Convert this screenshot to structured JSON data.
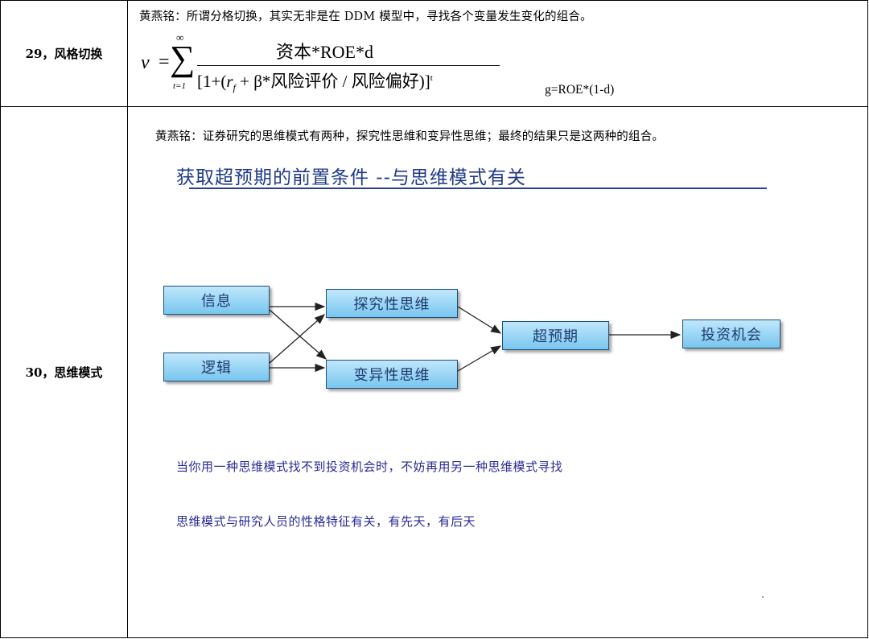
{
  "row29": {
    "label": "29，风格切换",
    "quote": "黄燕铭：所谓分格切换，其实无非是在 DDM 模型中，寻找各个变量发生变化的组合。",
    "formula": {
      "lhs": "v",
      "eq": "=",
      "sum_upper": "∞",
      "sum_lower": "t=1",
      "numerator": "资本*ROE*d",
      "den_prefix": "[1+(",
      "den_r": "r",
      "den_r_sub": "f",
      "den_mid": " + β*风险评价 / 风险偏好)]",
      "den_exp": "t"
    },
    "g_formula": "g=ROE*(1-d)"
  },
  "row30": {
    "label": "30，思维模式",
    "quote": "黄燕铭：证券研究的思维模式有两种，探究性思维和变异性思维；最终的结果只是这两种的组合。",
    "slide_title": "获取超预期的前置条件 --与思维模式有关",
    "boxes": {
      "info": "信息",
      "logic": "逻辑",
      "explore": "探究性思维",
      "variant": "变异性思维",
      "beyond": "超预期",
      "invest": "投资机会"
    },
    "note1": "当你用一种思维模式找不到投资机会时，不妨再用另一种思维模式寻找",
    "note2": "思维模式与研究人员的性格特征有关，有先天，有后天"
  },
  "colors": {
    "title": "#1f3a8a",
    "box_border": "#1f4e79",
    "box_fill": "#79c6ee",
    "note": "#2a2a9a"
  }
}
